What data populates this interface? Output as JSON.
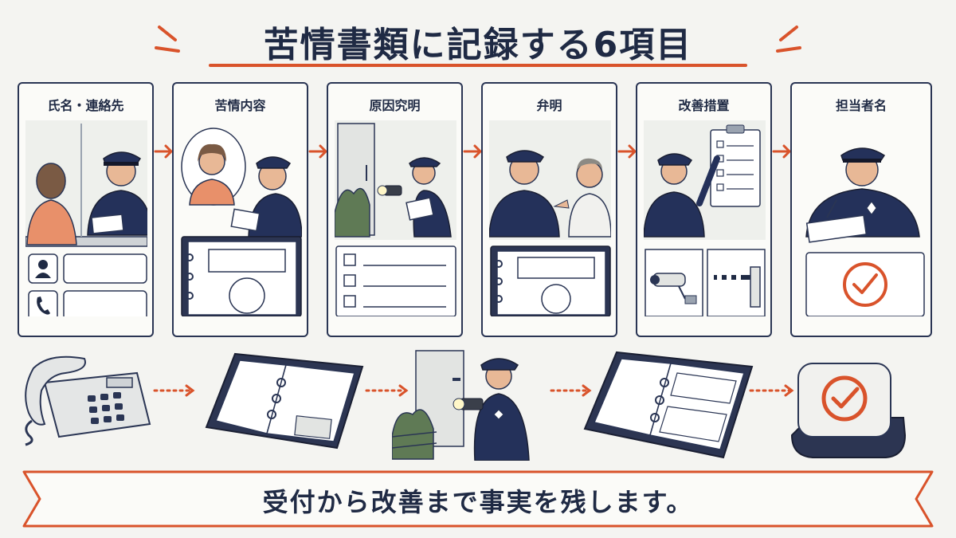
{
  "title": "苦情書類に記録する6項目",
  "steps": [
    {
      "label": "氏名・連絡先"
    },
    {
      "label": "苦情内容"
    },
    {
      "label": "原因究明"
    },
    {
      "label": "弁明"
    },
    {
      "label": "改善措置"
    },
    {
      "label": "担当者名"
    }
  ],
  "banner": {
    "text": "受付から改善まで事実を残します。"
  },
  "colors": {
    "navy": "#1f2a44",
    "accent": "#d9532b",
    "skin": "#e8b896",
    "orange": "#e8906a",
    "paper": "#fbfbf8"
  }
}
